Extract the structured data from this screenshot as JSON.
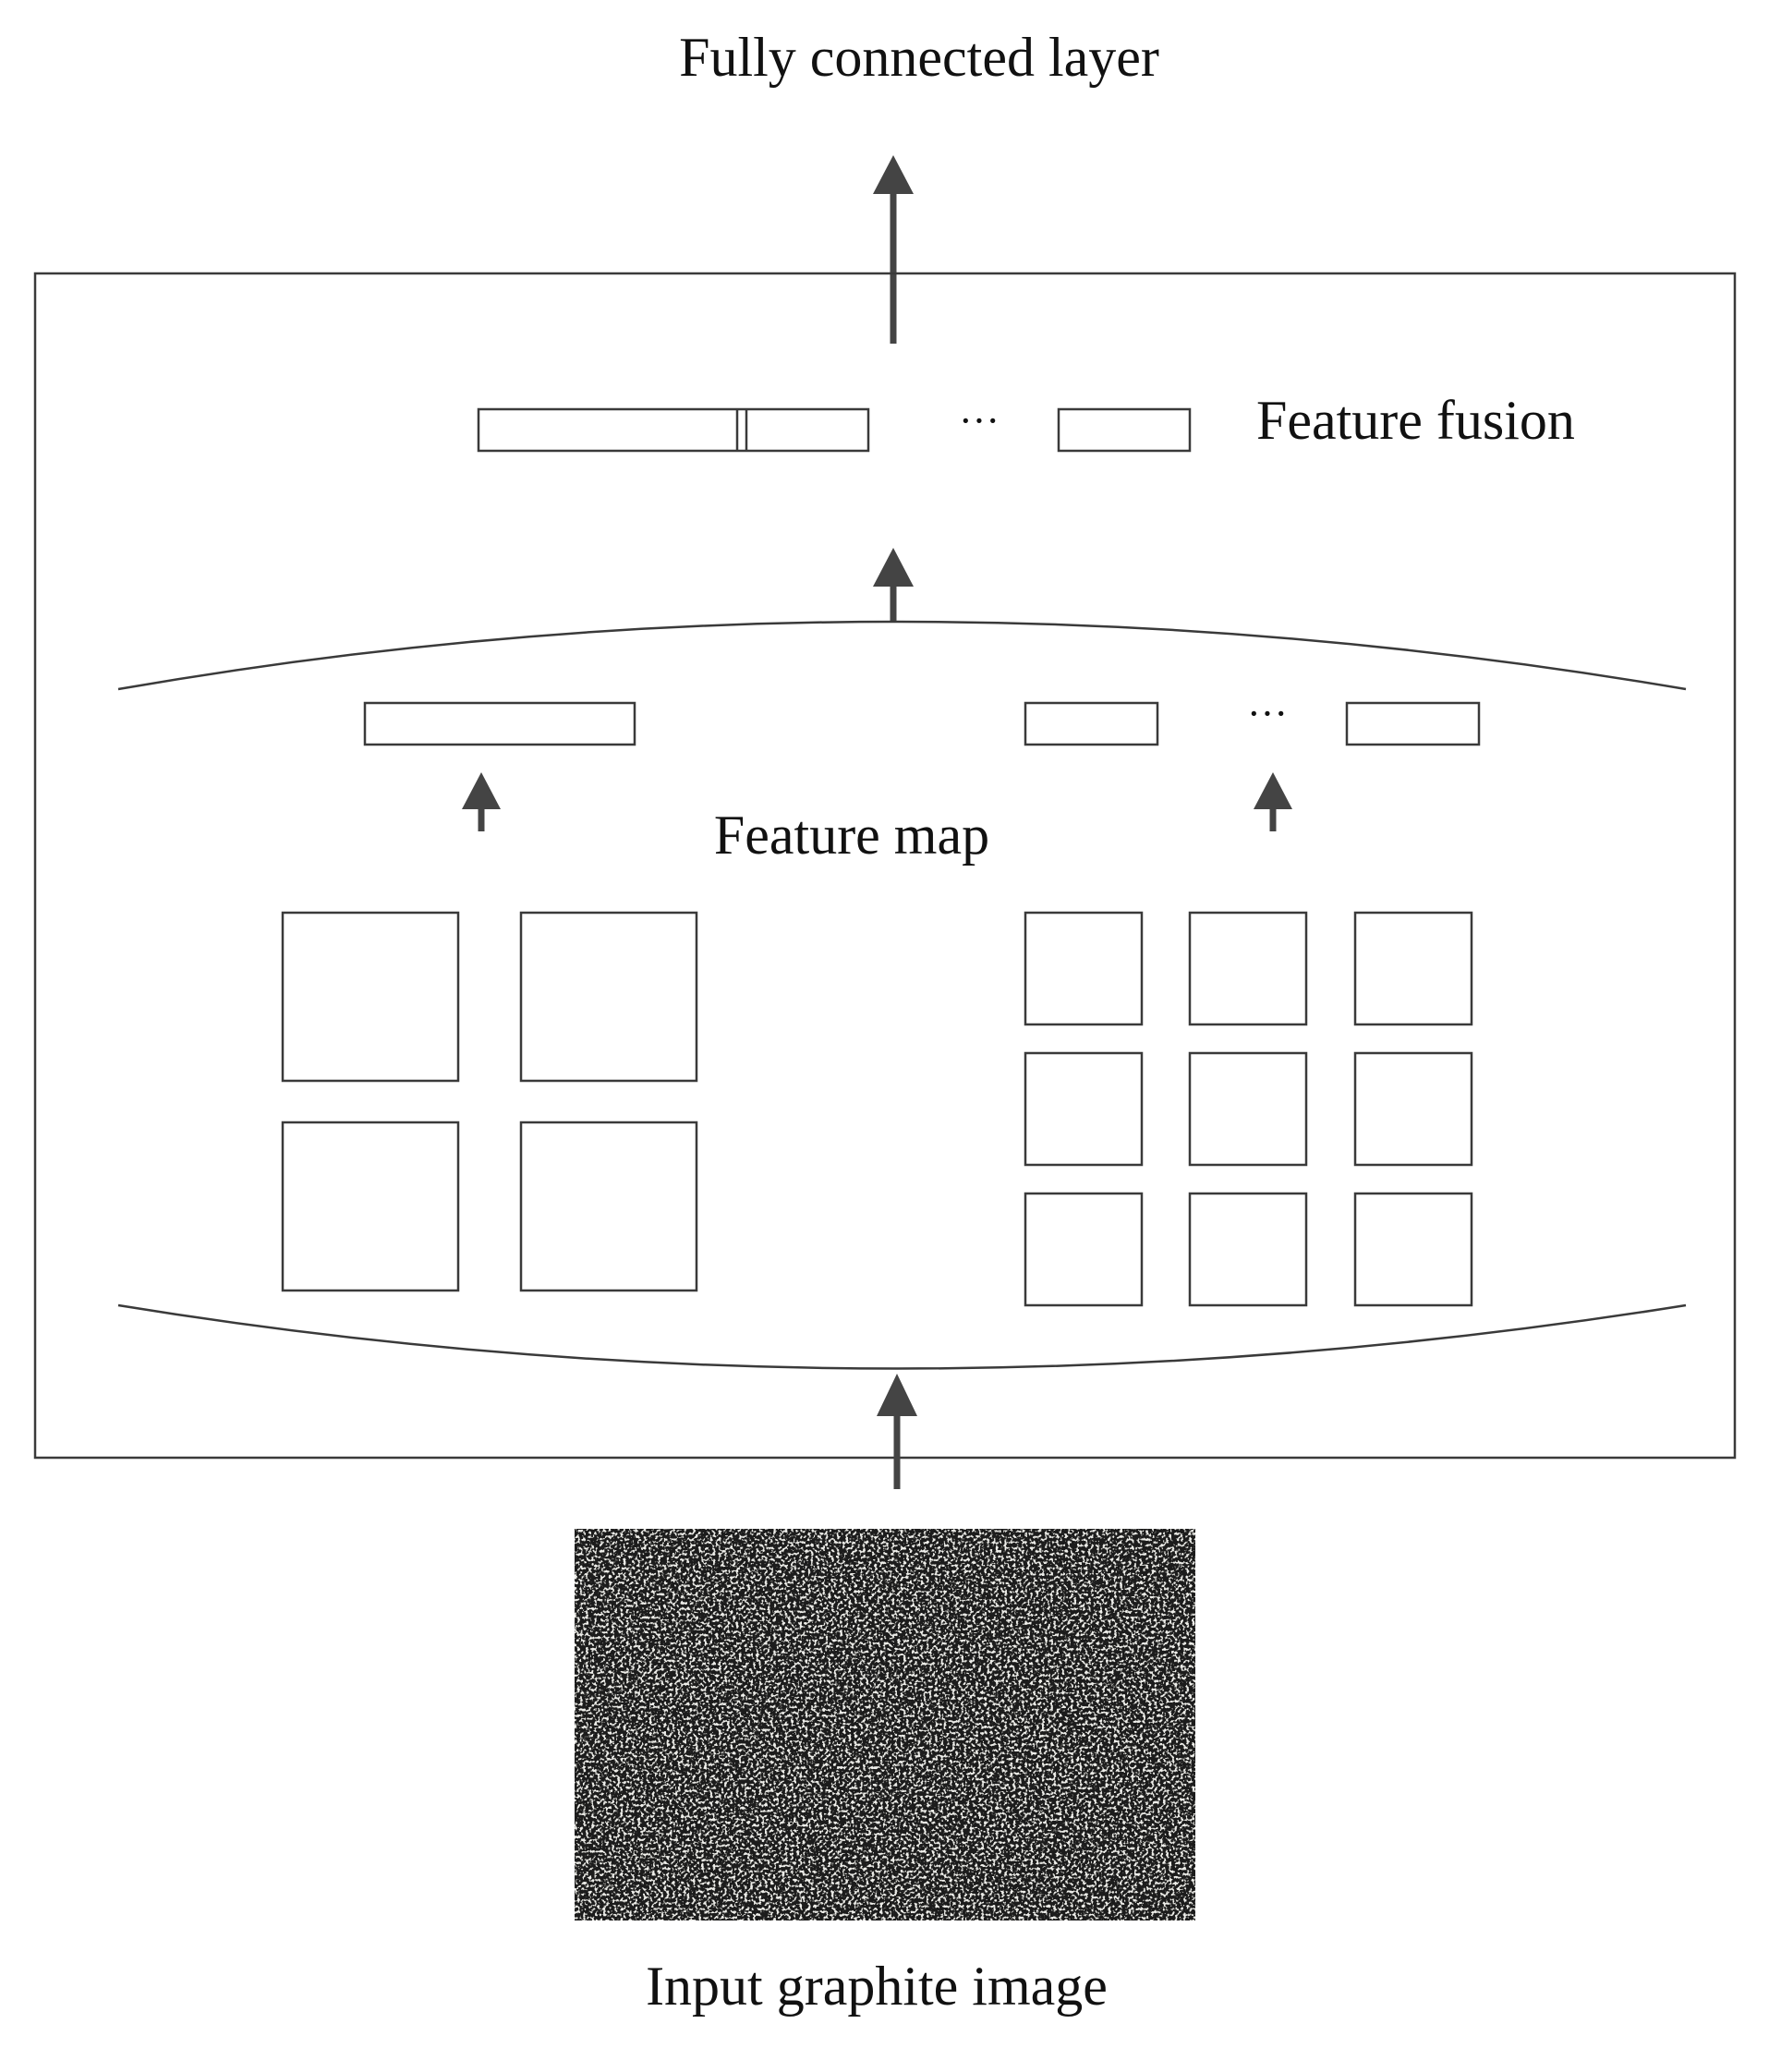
{
  "labels": {
    "fully_connected": "Fully connected layer",
    "feature_fusion": "Feature fusion",
    "feature_map": "Feature map",
    "input_image": "Input graphite image",
    "ellipsis": "···"
  },
  "colors": {
    "stroke": "#3a3a3a",
    "arrow": "#444444",
    "text": "#111111",
    "texture_dark": "#1e1e1c",
    "texture_light": "#d8d8d0"
  },
  "icons": {
    "arrow": "up-arrow-icon",
    "texture": "graphite-texture-image"
  }
}
